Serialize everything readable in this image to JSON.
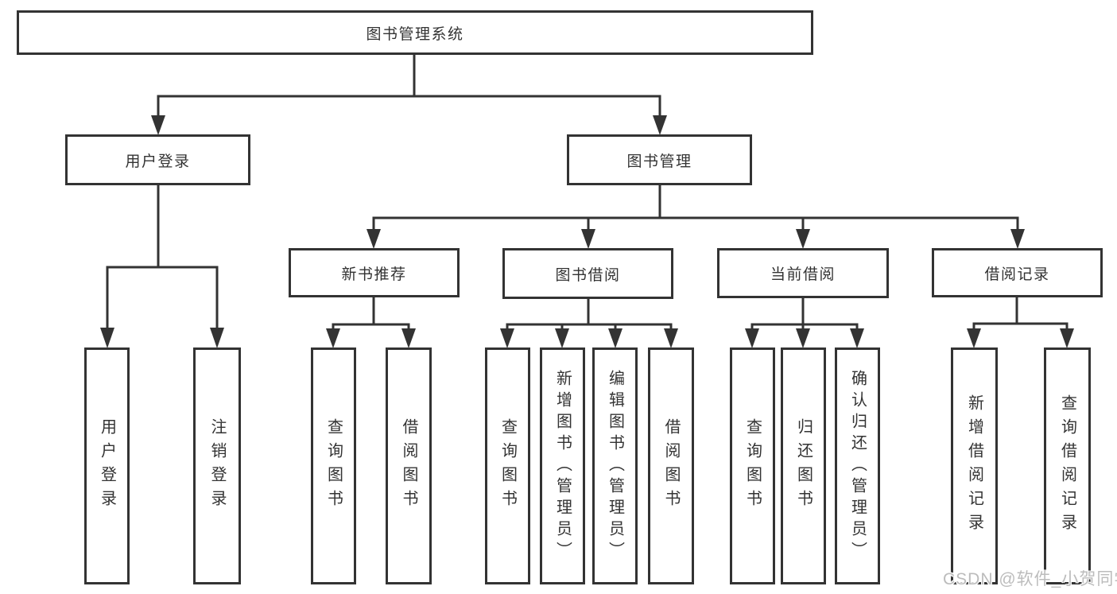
{
  "diagram": {
    "root": {
      "label": "图书管理系统"
    },
    "login": {
      "label": "用户登录",
      "children": [
        {
          "label": "用户登录"
        },
        {
          "label": "注销登录"
        }
      ]
    },
    "management": {
      "label": "图书管理",
      "children": [
        {
          "label": "新书推荐",
          "children": [
            {
              "label": "查询图书"
            },
            {
              "label": "借阅图书"
            }
          ]
        },
        {
          "label": "图书借阅",
          "children": [
            {
              "label": "查询图书"
            },
            {
              "label": "新增图书（管理员）"
            },
            {
              "label": "编辑图书（管理员）"
            },
            {
              "label": "借阅图书"
            }
          ]
        },
        {
          "label": "当前借阅",
          "children": [
            {
              "label": "查询图书"
            },
            {
              "label": "归还图书"
            },
            {
              "label": "确认归还（管理员）"
            }
          ]
        },
        {
          "label": "借阅记录",
          "children": [
            {
              "label": "新增借阅记录"
            },
            {
              "label": "查询借阅记录"
            }
          ]
        }
      ]
    }
  },
  "watermark": {
    "text": "CSDN @软件_小贺同学"
  },
  "colors": {
    "line": "#333333",
    "text": "#333333",
    "background": "#ffffff",
    "watermark": "#bcbcbc"
  }
}
